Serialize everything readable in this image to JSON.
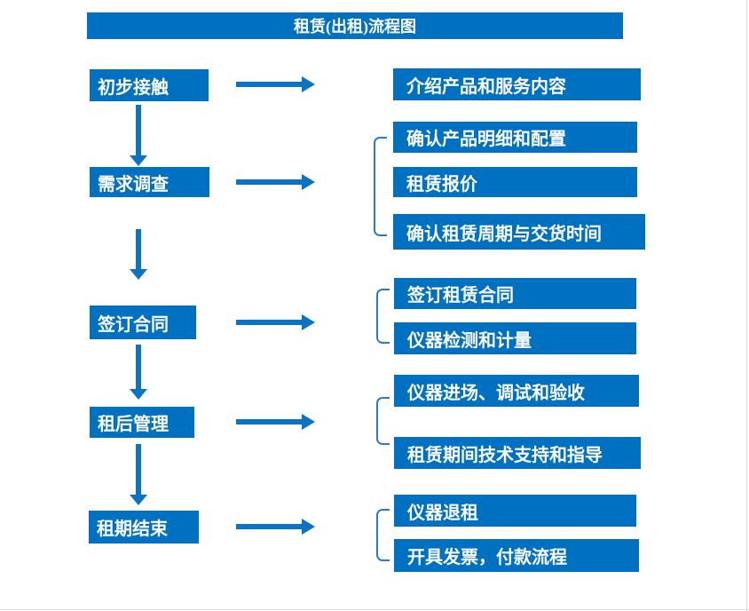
{
  "title": "租赁(出租)流程图",
  "colors": {
    "primary": "#0070C0",
    "arrow": "#0B72C4",
    "bracket": "#2E79C7",
    "box_text": "#FFFFFF",
    "background": "#FFFFFF",
    "edge_line": "#D9D9D9"
  },
  "flow": {
    "steps": [
      {
        "label": "初步接触",
        "details": [
          "介绍产品和服务内容"
        ]
      },
      {
        "label": "需求调查",
        "details": [
          "确认产品明细和配置",
          "租赁报价",
          "确认租赁周期与交货时间"
        ]
      },
      {
        "label": "签订合同",
        "details": [
          "签订租赁合同",
          "仪器检测和计量"
        ]
      },
      {
        "label": "租后管理",
        "details": [
          "仪器进场、调试和验收",
          "租赁期间技术支持和指导"
        ]
      },
      {
        "label": "租期结束",
        "details": [
          "仪器退租",
          "开具发票，付款流程"
        ]
      }
    ]
  }
}
